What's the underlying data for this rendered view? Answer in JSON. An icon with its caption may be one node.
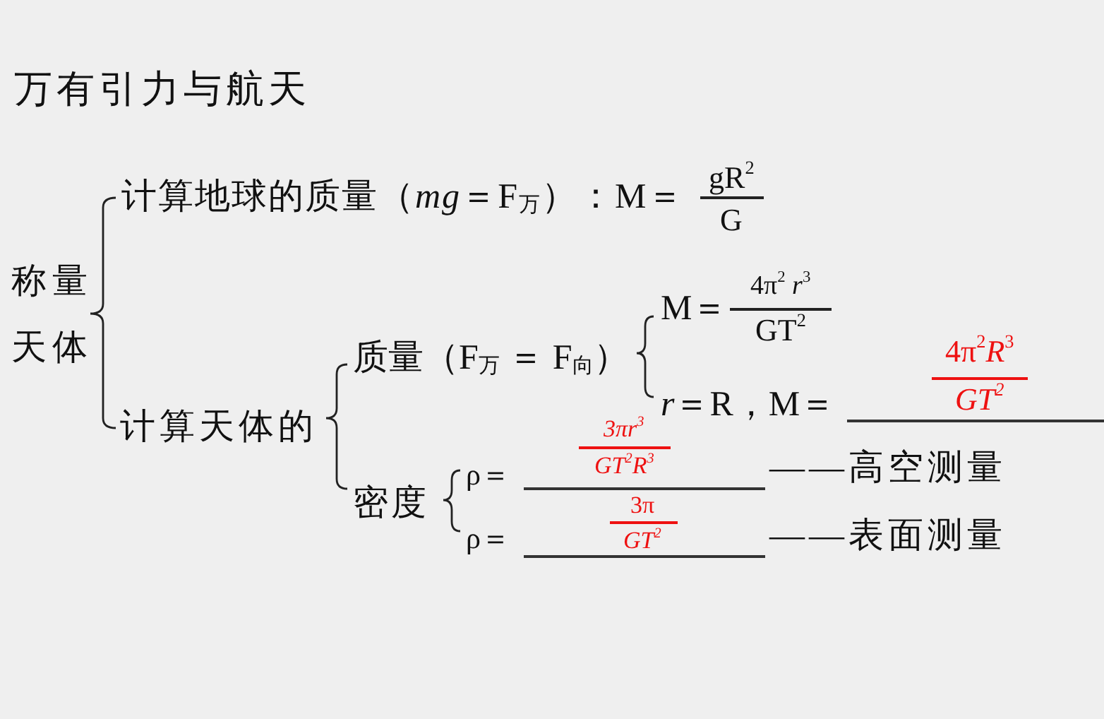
{
  "diagram": {
    "title": "万有引力与航天",
    "labels": [
      "称量天体",
      "计算地球的质量（*mg*＝F$_{万}$）：M＝",
      "gR$^{2}$",
      "G",
      "计算天体的",
      "质量（F$_{万}$ ＝ F$_{向}$）",
      "M＝",
      "4π$^{2}$ *r*$^{3}$",
      "GT$^{2}$",
      "*r*＝R，M＝",
      "4π$^{2}$*R*$^{3}$",
      "GT$^{2}$",
      "密度",
      "ρ＝",
      "3πr$^{3}$",
      "GT$^{2}$R$^{3}$",
      "——高空测量",
      "ρ＝",
      "3π",
      "GT$^{2}$",
      "——表面测量"
    ]
  }
}
